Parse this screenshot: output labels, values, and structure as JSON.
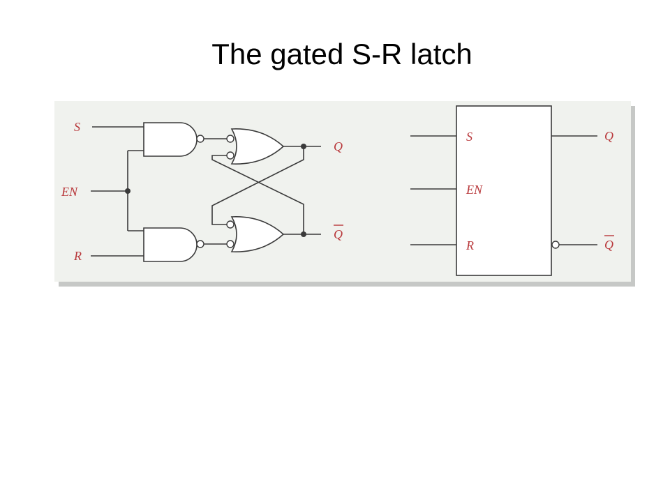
{
  "slide": {
    "title": "The gated S-R latch"
  },
  "figure": {
    "background": "#f0f2ee",
    "shadow": "#c6c8c6",
    "label_color": "#b8373a",
    "line_color": "#3a3a3a"
  },
  "logic_diagram": {
    "inputs": {
      "s": "S",
      "en": "EN",
      "r": "R"
    },
    "outputs": {
      "q": "Q",
      "q_bar": "Q"
    }
  },
  "block_symbol": {
    "inputs": {
      "s": "S",
      "en": "EN",
      "r": "R"
    },
    "outputs": {
      "q": "Q",
      "q_bar": "Q"
    }
  }
}
